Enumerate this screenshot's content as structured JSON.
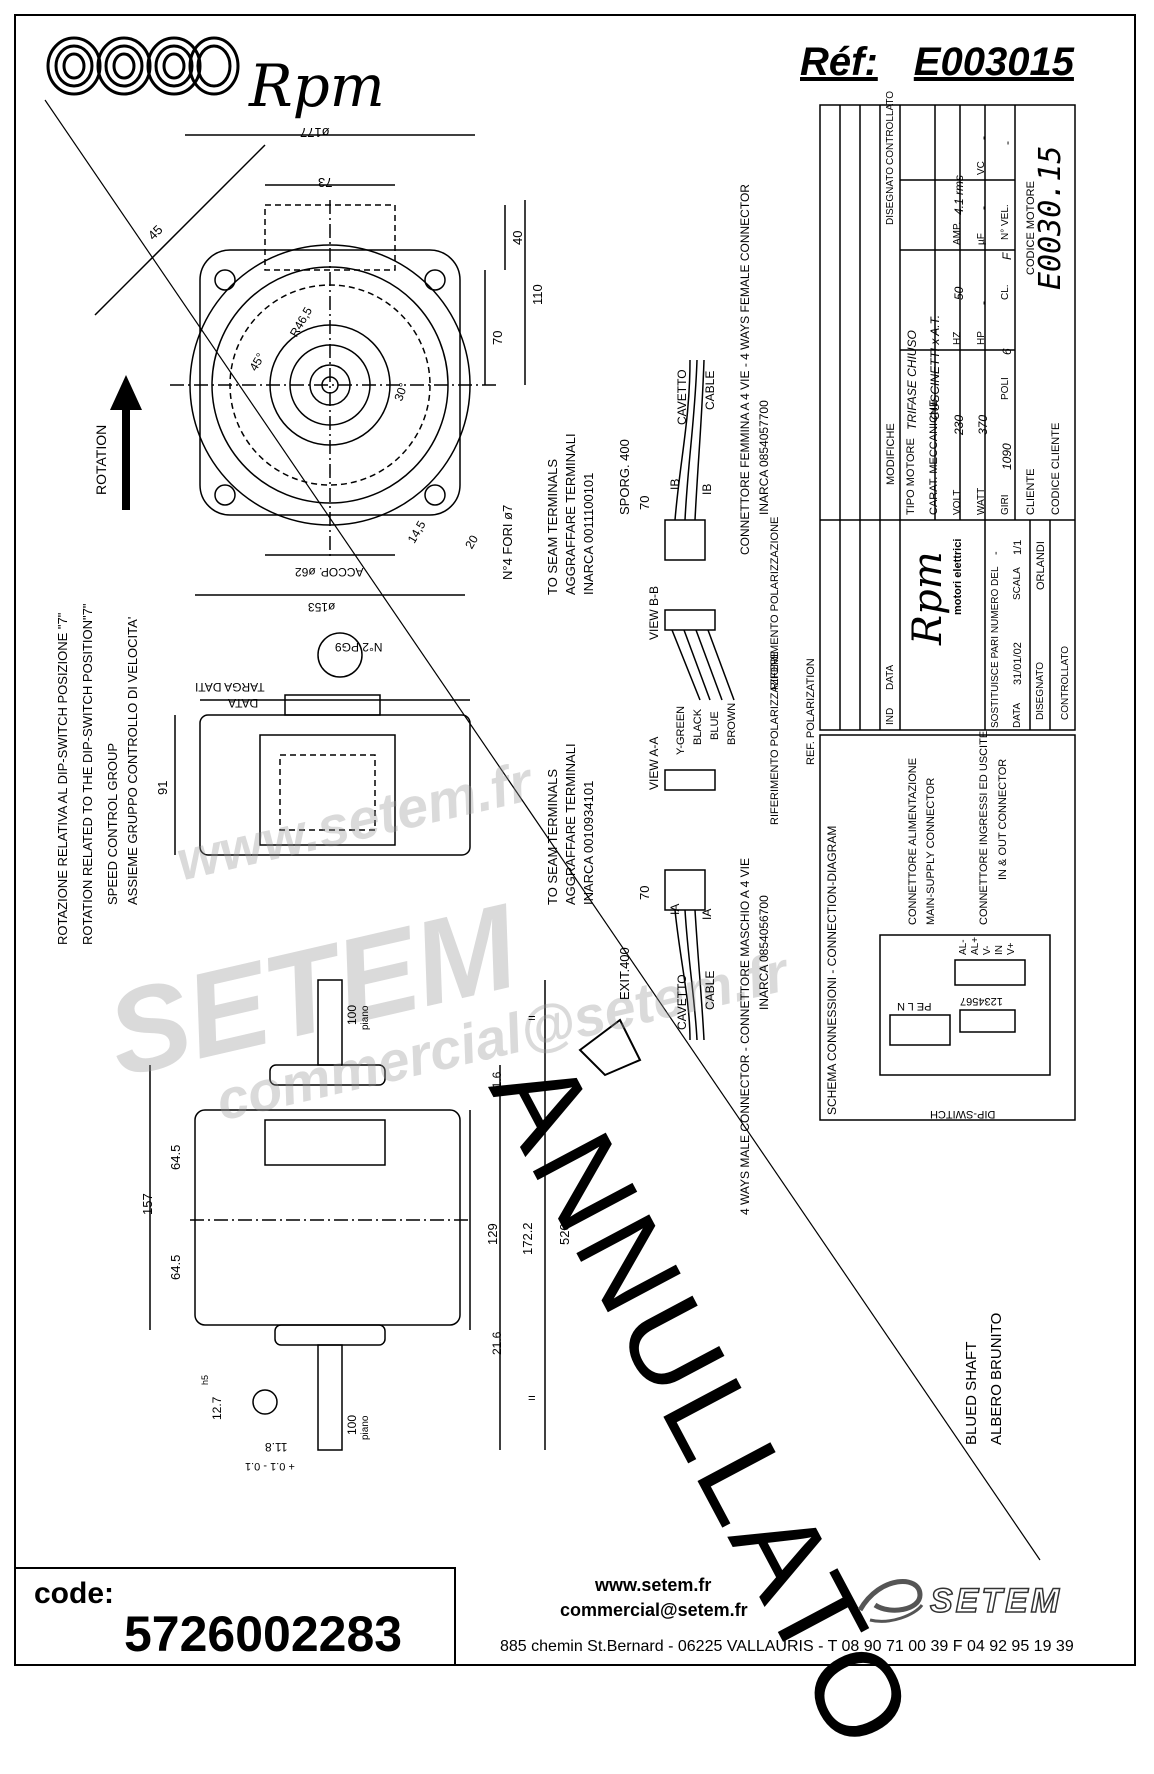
{
  "header": {
    "brand": "Rpm",
    "ref_label": "Réf:",
    "ref_value": "E003015"
  },
  "drawing": {
    "rotation_label": "ROTATION",
    "rotation_note_it": "ROTAZIONE RELATIVA AL DIP-SWITCH POSIZIONE \"7\"",
    "rotation_note_en": "ROTATION RELATED TO THE DIP-SWITCH POSITION\"7\"",
    "speed_group_en": "SPEED CONTROL GROUP",
    "speed_group_it": "ASSIEME GRUPPO CONTROLLO DI VELOCITA'",
    "dims": {
      "d177": "ø177",
      "d73": "73",
      "d45": "45",
      "d40": "40",
      "d110": "110",
      "d70": "70",
      "r46": "R46,5",
      "a45": "45°",
      "a30": "30°",
      "d14": "14,5",
      "d20": "20",
      "accop": "ACCOP. ø62",
      "d153": "ø153",
      "fori": "N°4 FORI ø7",
      "pg9": "N°2 PG9",
      "targa": "TARGA DATI",
      "data": "DATA",
      "d91": "91",
      "d157": "157",
      "d645a": "64.5",
      "d645b": "64.5",
      "d216a": "21.6",
      "d216b": "21.6",
      "d129": "129",
      "d1722": "172.2",
      "d520": "520",
      "d100a": "100",
      "d100b": "100",
      "piano": "piano",
      "d127": "12.7",
      "h5": "h5",
      "d118": "11.8",
      "tol": "+ 0.1  - 0.1",
      "eq": "="
    },
    "female_connector": {
      "to_seam": "TO SEAM TERMINALS",
      "aggraffare": "AGGRAFFARE TERMINALI",
      "inarca": "INARCA 0011100101",
      "sporg": "SPORG. 400",
      "d70": "70",
      "ib1": "IB",
      "ib2": "IB",
      "cavetto": "CAVETTO",
      "cable": "CABLE",
      "title": "CONNETTORE FEMMINA A 4 VIE - 4 WAYS FEMALE CONNECTOR",
      "code": "INARCA 0854057700"
    },
    "male_connector": {
      "to_seam": "TO SEAM TERMINALS",
      "aggraffare": "AGGRAFFARE TERMINALI",
      "inarca": "INARCA 0010934101",
      "exit": "EXIT.400",
      "d70": "70",
      "ia1": "IA",
      "ia2": "IA",
      "cavetto": "CAVETTO",
      "cable": "CABLE",
      "title": "4 WAYS MALE CONNECTOR - CONNETTORE MASCHIO A 4 VIE",
      "code": "INARCA 0854056700"
    },
    "views": {
      "view_bb": "VIEW B-B",
      "view_aa": "VIEW A-A",
      "rif1": "RIFERIMENTO POLARIZZAZIONE",
      "rif2": "RIFERIMENTO POLARIZZAZIONE",
      "ref_pol": "REF. POLARIZATION",
      "wires": [
        "Y-GREEN",
        "BLACK",
        "BLUE",
        "BROWN"
      ]
    },
    "shaft": {
      "en": "BLUED SHAFT",
      "it": "ALBERO BRUNITO"
    },
    "annulla": "ANNULLATO"
  },
  "title_block": {
    "modifiche": "MODIFICHE",
    "ind": "IND",
    "data": "DATA",
    "disegnato": "DISEGNATO",
    "controllato": "CONTROLLATO",
    "tipo_motore_lbl": "TIPO MOTORE",
    "tipo_motore": "TRIFASE CHIUSO",
    "carat_lbl": "CARAT. MECCANICHE",
    "carat": "CUSCINETTI x A.T.",
    "volt_lbl": "VOLT",
    "volt": "230",
    "hz_lbl": "HZ",
    "hz": "50",
    "amp_lbl": "AMP.",
    "amp": "4.1 rms",
    "watt_lbl": "WATT",
    "watt": "370",
    "hp_lbl": "HP",
    "hp": "-",
    "uf_lbl": "µF",
    "uf": "-",
    "vc_lbl": "VC",
    "vc": "-",
    "giri_lbl": "GIRI",
    "giri": "1090",
    "poli_lbl": "POLI",
    "poli": "6",
    "cl_lbl": "CL.",
    "cl": "F",
    "nvel_lbl": "N° VEL.",
    "nvel": "-",
    "cliente_lbl": "CLIENTE",
    "codice_motore_lbl": "CODICE MOTORE",
    "codice_motore": "E0030.15",
    "codice_cliente_lbl": "CODICE CLIENTE",
    "rpm_brand": "Rpm",
    "rpm_sub": "motori elettrici",
    "sostituisce": "SOSTITUISCE PARI NUMERO DEL",
    "sost_val": "-",
    "data_lbl": "DATA",
    "data_val": "31/01/02",
    "scala_lbl": "SCALA",
    "scala_val": "1/1",
    "disegnato_lbl": "DISEGNATO",
    "disegnato_val": "ORLANDI",
    "controllato_lbl": "CONTROLLATO"
  },
  "schema": {
    "title": "SCHEMA CONNESSIONI - CONNECTION-DIAGRAM",
    "alim_it": "CONNETTORE ALIMENTAZIONE",
    "alim_en": "MAIN-SUPPLY CONNECTOR",
    "io_it": "CONNETTORE INGRESSI ED USCITE",
    "io_en": "IN & OUT CONNECTOR",
    "pe_l_n": "PE  L  N",
    "dip_numbers": "1234567",
    "io_pins": [
      "AL-",
      "AL+",
      "V-",
      "IN",
      "V+"
    ],
    "dip_switch": "DIP-SWITCH"
  },
  "footer": {
    "code_label": "code:",
    "code_value": "5726002283",
    "web": "www.setem.fr",
    "email": "commercial@setem.fr",
    "address": "885 chemin St.Bernard  -  06225 VALLAURIS  -  T 08 90 71 00 39   F 04 92 95 19 39",
    "setem_logo": "SETEM"
  },
  "watermark": {
    "big": "SETEM",
    "url": "www.setem.fr",
    "mail": "commercial@setem.fr"
  }
}
